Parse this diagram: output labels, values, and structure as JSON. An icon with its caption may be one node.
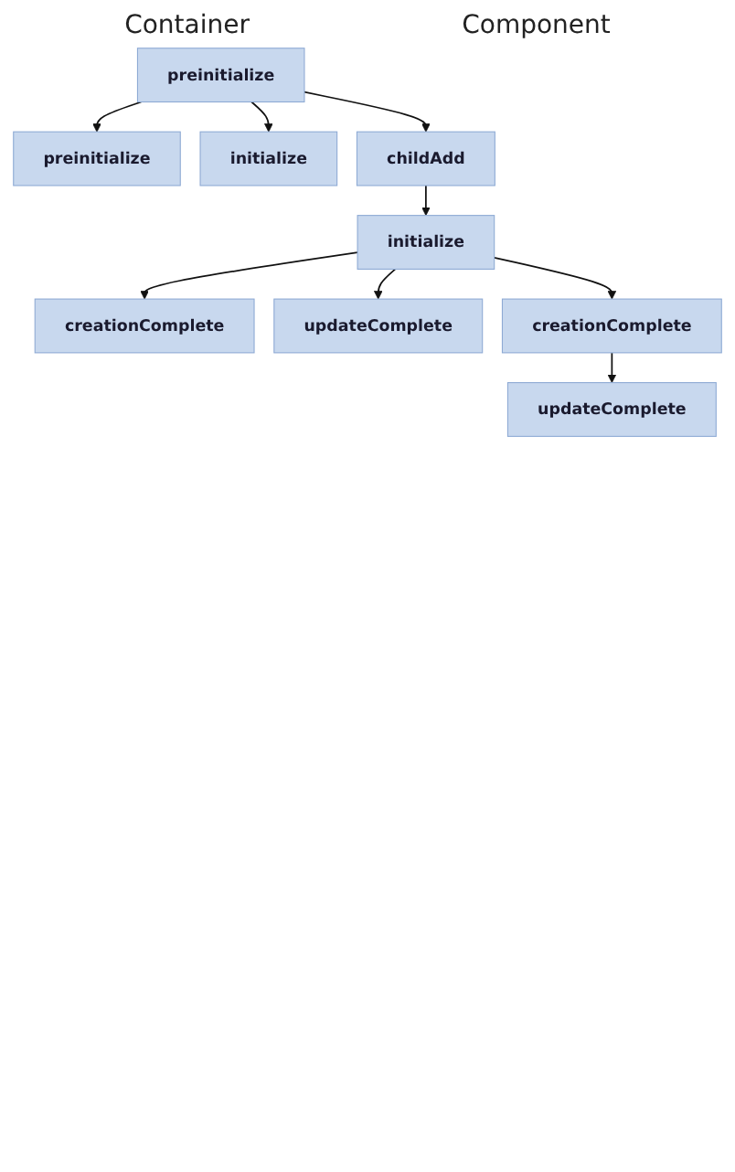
{
  "diagram": {
    "nodes": [
      {
        "text": [
          "preinitialize"
        ]
      },
      {
        "text": [
          "preinitialize"
        ]
      },
      {
        "text": [
          "initialize"
        ]
      },
      {
        "text": [
          "childAdd"
        ]
      },
      {
        "text": [
          "initialize"
        ]
      },
      {
        "text": [
          "creationComplete"
        ]
      },
      {
        "text": [
          "updateComplete"
        ]
      },
      {
        "text": [
          "creationComplete"
        ]
      },
      {
        "text": [
          "updateComplete"
        ]
      }
    ],
    "edges": [
      {
        "from": 0,
        "to": 1,
        "arrow": "to"
      },
      {
        "from": 0,
        "to": 2,
        "arrow": "to"
      },
      {
        "from": 0,
        "to": 3,
        "arrow": "to"
      },
      {
        "from": 3,
        "to": 4,
        "arrow": "to"
      },
      {
        "from": 4,
        "to": 5,
        "arrow": "to"
      },
      {
        "from": 4,
        "to": 6,
        "arrow": "to"
      },
      {
        "from": 4,
        "to": 7,
        "arrow": "to"
      },
      {
        "from": 7,
        "to": 8,
        "arrow": "to"
      }
    ],
    "labels": [
      "Container",
      "Component"
    ]
  }
}
